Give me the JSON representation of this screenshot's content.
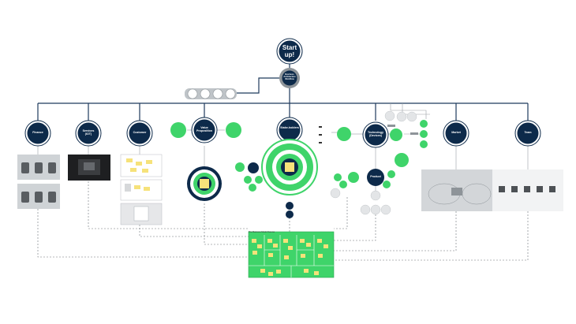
{
  "start": {
    "title": "Start up!"
  },
  "center": {
    "label": "Business Architecture Workflow"
  },
  "nodes": [
    {
      "id": "finance",
      "label": "Finance"
    },
    {
      "id": "services",
      "label": "Services (IOT)"
    },
    {
      "id": "customer",
      "label": "Customer"
    },
    {
      "id": "value",
      "label": "Value Proposition"
    },
    {
      "id": "stakeholders",
      "label": "Stake-holders"
    },
    {
      "id": "technology",
      "label": "Technology (Devices)"
    },
    {
      "id": "market",
      "label": "Market"
    },
    {
      "id": "team",
      "label": "Team"
    }
  ],
  "product": {
    "label": "Product"
  },
  "canvas_title": "The Business Model Canvas",
  "colors": {
    "navy": "#0d2a4a",
    "line": "#1e3a5c",
    "green": "#3fd46a",
    "light_green": "#c9f2cf",
    "gray": "#cfd3d6",
    "dark_gray": "#595d61"
  }
}
